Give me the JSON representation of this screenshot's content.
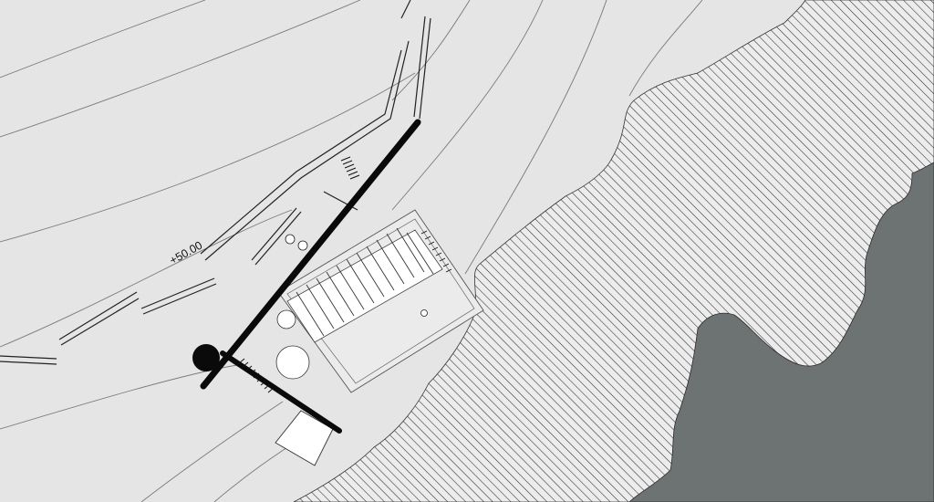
{
  "plan": {
    "elevation_label": "+50.00",
    "colors": {
      "ground": "#e5e5e5",
      "contour": "#7a7a7a",
      "hatch_area": "#ececec",
      "hatch_line": "#2b2b2b",
      "water": "#6d7373",
      "wall": "#0a0a0a",
      "building_line": "#555555",
      "white_fill": "#ffffff"
    },
    "layers": [
      "contour-lines",
      "rock-hatched-area",
      "sea-area",
      "access-path",
      "building",
      "concrete-wall",
      "terrace"
    ]
  }
}
